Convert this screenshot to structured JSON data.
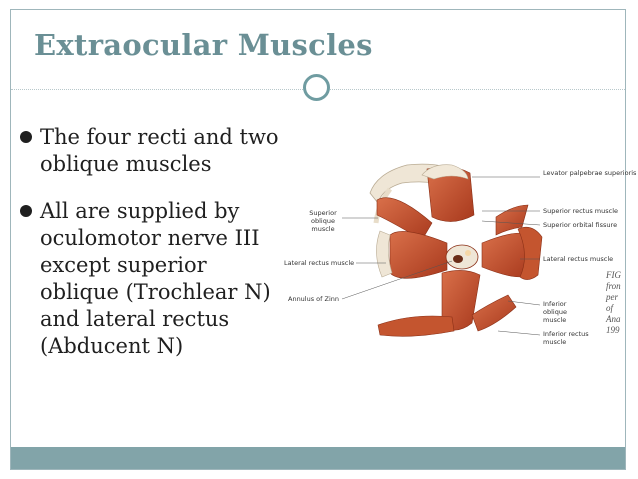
{
  "slide": {
    "title": "Extraocular Muscles",
    "bullets": [
      {
        "text": "The four recti and two oblique muscles"
      },
      {
        "text": "All are supplied by oculomotor nerve III except superior oblique (Trochlear N) and lateral rectus (Abducent N)"
      }
    ]
  },
  "figure": {
    "labels": {
      "levator": "Levator palpebrae superioris muscle",
      "superior_rectus": "Superior rectus muscle",
      "superior_orbital_fissure": "Superior orbital fissure",
      "superior_oblique": "Superior oblique muscle",
      "lateral_rectus_right": "Lateral rectus muscle",
      "lateral_rectus_left": "Lateral rectus muscle",
      "annulus": "Annulus of Zinn",
      "inferior_oblique": "Inferior oblique muscle",
      "inferior_rectus": "Inferior rectus muscle"
    },
    "caption_fragments": [
      "FIG",
      "fron",
      "per",
      "of",
      "Ana",
      "199"
    ]
  },
  "colors": {
    "title": "#6a8f95",
    "accent": "#82a4a9",
    "muscle": "#c4552f",
    "tendon": "#efe6d6"
  }
}
